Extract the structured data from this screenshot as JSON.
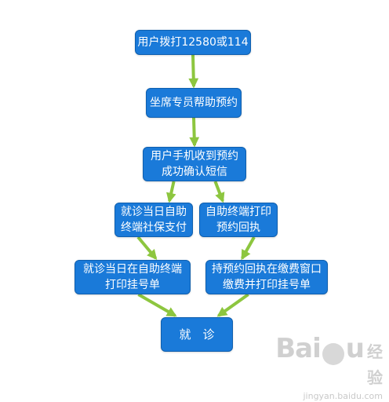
{
  "colors": {
    "node_fill": "#1a7ad9",
    "node_border": "#0f5fae",
    "arrow": "#8dc63f",
    "watermark": "#c7c7c7"
  },
  "nodes": [
    {
      "id": "dial",
      "lines": [
        "用户拨打12580或114"
      ]
    },
    {
      "id": "agent",
      "lines": [
        "坐席专员帮助预约"
      ]
    },
    {
      "id": "sms",
      "lines": [
        "用户手机收到预约",
        "成功确认短信"
      ]
    },
    {
      "id": "left-pay",
      "lines": [
        "就诊当日自助",
        "终端社保支付"
      ]
    },
    {
      "id": "right-print-receipt",
      "lines": [
        "自助终端打印",
        "预约回执"
      ]
    },
    {
      "id": "left-print-ticket",
      "lines": [
        "就诊当日在自助终端",
        "打印挂号单"
      ]
    },
    {
      "id": "right-pay-print",
      "lines": [
        "持预约回执在缴费窗口",
        "缴费并打印挂号单"
      ]
    },
    {
      "id": "visit",
      "lines": [
        "就　诊"
      ]
    }
  ],
  "edges": [
    {
      "from": "dial",
      "to": "agent"
    },
    {
      "from": "agent",
      "to": "sms"
    },
    {
      "from": "sms",
      "to": "left-pay"
    },
    {
      "from": "sms",
      "to": "right-print-receipt"
    },
    {
      "from": "left-pay",
      "to": "left-print-ticket"
    },
    {
      "from": "right-print-receipt",
      "to": "right-pay-print"
    },
    {
      "from": "left-print-ticket",
      "to": "visit"
    },
    {
      "from": "right-pay-print",
      "to": "visit"
    }
  ],
  "watermark": {
    "brand": "Bai",
    "brand_suffix": "u",
    "jingyan": "经验",
    "url": "jingyan.baidu.com"
  }
}
